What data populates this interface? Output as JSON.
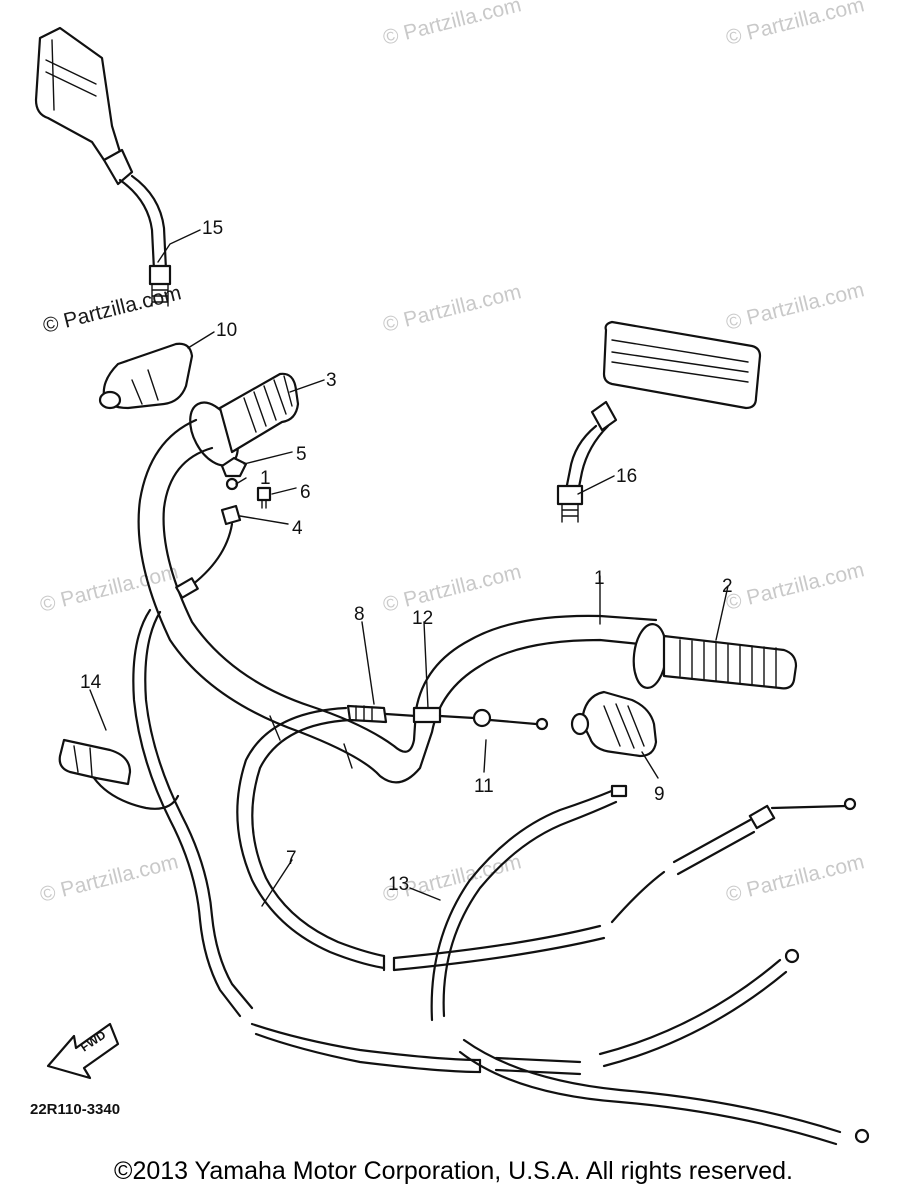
{
  "watermark_text": "© Partzilla.com",
  "diagram_code": "22R110-3340",
  "fwd_arrow_text": "FWD",
  "copyright": "©2013 Yamaha Motor Corporation, U.S.A. All rights reserved.",
  "part_labels": {
    "p1": "1",
    "p2": "2",
    "p3": "3",
    "p4": "4",
    "p5": "5",
    "p6": "6",
    "p7": "7",
    "p8": "8",
    "p9": "9",
    "p10": "10",
    "p11": "11",
    "p12": "12",
    "p13": "13",
    "p14": "14",
    "p15": "15",
    "p16": "16"
  },
  "colors": {
    "line": "#111111",
    "background": "#ffffff",
    "watermark": "#c9c9c9"
  }
}
